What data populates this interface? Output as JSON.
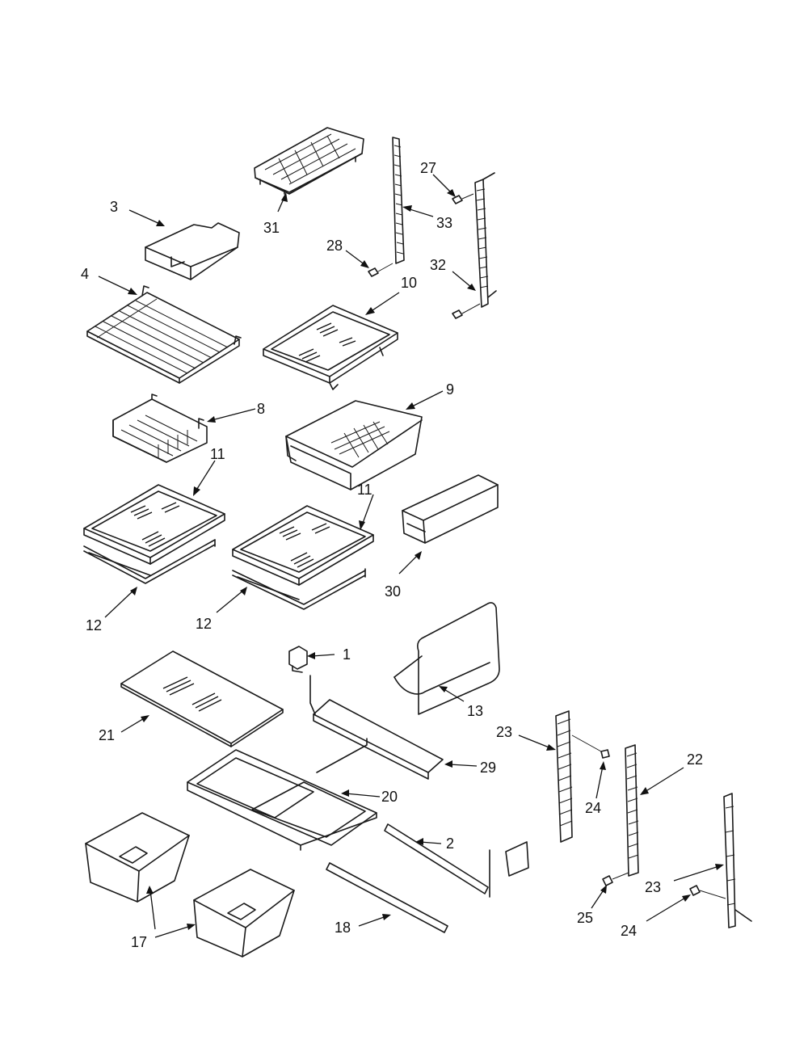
{
  "callouts": {
    "c1": "1",
    "c2": "2",
    "c3": "3",
    "c4": "4",
    "c8": "8",
    "c9": "9",
    "c10": "10",
    "c11a": "11",
    "c11b": "11",
    "c12a": "12",
    "c12b": "12",
    "c13": "13",
    "c17": "17",
    "c18": "18",
    "c20": "20",
    "c21": "21",
    "c22": "22",
    "c23a": "23",
    "c23b": "23",
    "c24a": "24",
    "c24b": "24",
    "c25": "25",
    "c27": "27",
    "c28": "28",
    "c29": "29",
    "c30": "30",
    "c31": "31",
    "c32": "32",
    "c33": "33"
  }
}
